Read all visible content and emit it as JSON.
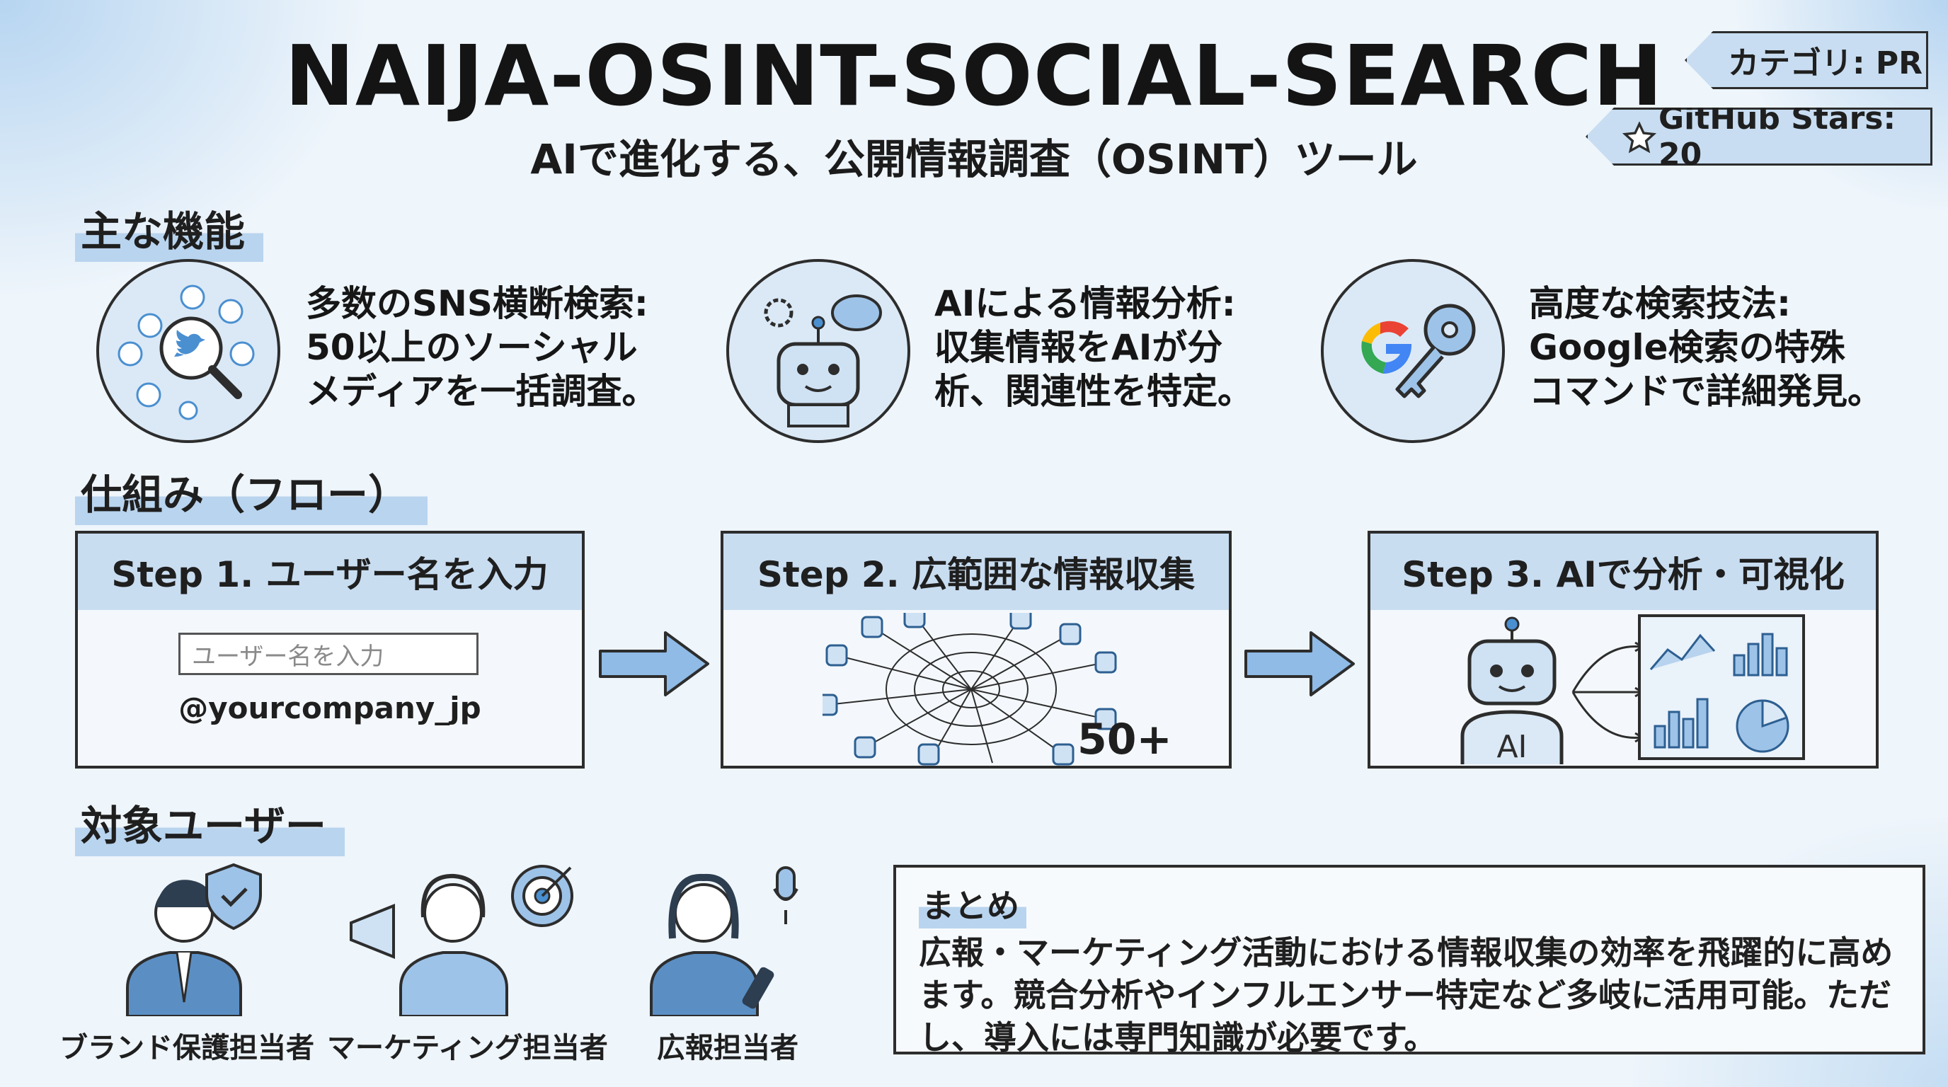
{
  "header": {
    "title": "NAIJA-OSINT-SOCIAL-SEARCH",
    "subtitle": "AIで進化する、公開情報調査（OSINT）ツール"
  },
  "tags": {
    "category": "カテゴリ: PR",
    "stars": "GitHub Stars: 20"
  },
  "features": {
    "heading": "主な機能",
    "items": [
      {
        "icon": "social-search-icon",
        "lines": [
          "多数のSNS横断検索:",
          "50以上のソーシャル",
          "メディアを一括調査。"
        ]
      },
      {
        "icon": "ai-robot-icon",
        "lines": [
          "AIによる情報分析:",
          "収集情報をAIが分",
          "析、関連性を特定。"
        ]
      },
      {
        "icon": "google-key-icon",
        "lines": [
          "高度な検索技法:",
          "Google検索の特殊",
          "コマンドで詳細発見。"
        ]
      }
    ]
  },
  "flow": {
    "heading": "仕組み（フロー）",
    "steps": [
      {
        "title": "Step 1. ユーザー名を入力",
        "input_placeholder": "ユーザー名を入力",
        "handle": "@yourcompany_jp"
      },
      {
        "title": "Step 2. 広範囲な情報収集",
        "count": "50+"
      },
      {
        "title": "Step 3. AIで分析・可視化",
        "robot_label": "AI"
      }
    ]
  },
  "users": {
    "heading": "対象ユーザー",
    "personas": [
      {
        "label": "ブランド保護担当者",
        "icon": "shield-check-icon"
      },
      {
        "label": "マーケティング担当者",
        "icon": "target-icon"
      },
      {
        "label": "広報担当者",
        "icon": "microphone-icon"
      }
    ]
  },
  "summary": {
    "heading": "まとめ",
    "lines": [
      "広報・マーケティング活動における情報収集の効率を飛躍的に高め",
      "ます。競合分析やインフルエンサー特定など多岐に活用可能。ただ",
      "し、導入には専門知識が必要です。"
    ]
  },
  "colors": {
    "accent": "#c9ddf1",
    "icon_blue": "#4a8fd0",
    "ink": "#2d2d2d",
    "background": "#eef5fb"
  }
}
